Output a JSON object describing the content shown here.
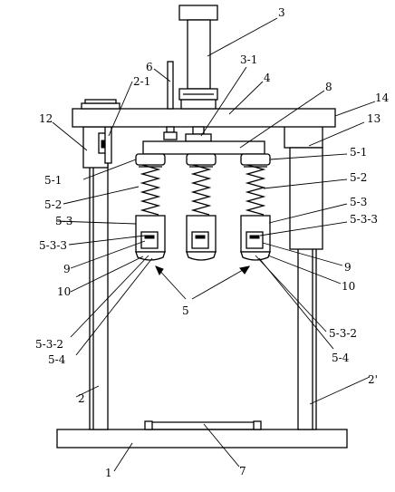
{
  "labels": {
    "base": "1",
    "left_column": "2",
    "right_column": "2'",
    "cylinder": "3",
    "piston_rod": "3-1",
    "top_plate": "4",
    "head_group": "5",
    "plunger_mount": "5-1",
    "spring": "5-2",
    "sleeve": "5-3",
    "sleeve_inner": "5-3-2",
    "sleeve_slot": "5-3-3",
    "suction_tip": "5-4",
    "rod": "6",
    "base_fixture": "7",
    "cross_plate": "8",
    "pin": "9",
    "ring": "10",
    "sensor_block": "12",
    "right_bracket": "13",
    "frame_top": "14",
    "guide_bar": "2-1"
  }
}
